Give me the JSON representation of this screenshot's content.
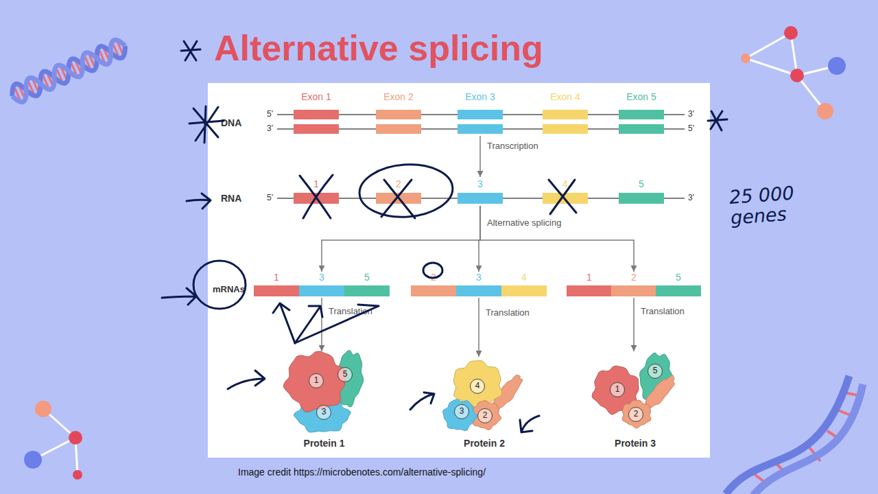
{
  "diagram": {
    "title": "Alternative splicing",
    "caption": "Image credit https://microbenotes.com/alternative-splicing/",
    "nodes": [
      {
        "text": [
          "DNA"
        ]
      },
      {
        "text": [
          "Exon 1"
        ],
        "in": 0
      },
      {
        "text": [
          "Exon 2"
        ],
        "in": 0
      },
      {
        "text": [
          "Exon 3"
        ],
        "in": 0
      },
      {
        "text": [
          "Exon 4"
        ],
        "in": 0
      },
      {
        "text": [
          "Exon 5"
        ],
        "in": 0
      },
      {
        "text": [
          "RNA"
        ]
      },
      {
        "text": [
          "1"
        ],
        "in": 6
      },
      {
        "text": [
          "2"
        ],
        "in": 6
      },
      {
        "text": [
          "3"
        ],
        "in": 6
      },
      {
        "text": [
          "4"
        ],
        "in": 6
      },
      {
        "text": [
          "5"
        ],
        "in": 6
      },
      {
        "text": [
          "1"
        ]
      },
      {
        "text": [
          "3"
        ]
      },
      {
        "text": [
          "5"
        ]
      },
      {
        "text": [
          "2"
        ]
      },
      {
        "text": [
          "3"
        ]
      },
      {
        "text": [
          "4"
        ]
      },
      {
        "text": [
          "1"
        ]
      },
      {
        "text": [
          "2"
        ]
      },
      {
        "text": [
          "5"
        ]
      },
      {
        "text": [
          "Protein 1"
        ]
      },
      {
        "text": [
          "1"
        ],
        "in": 21
      },
      {
        "text": [
          "5"
        ],
        "in": 21
      },
      {
        "text": [
          "3"
        ],
        "in": 21
      },
      {
        "text": [
          "Protein 2"
        ]
      },
      {
        "text": [
          "4"
        ],
        "in": 25
      },
      {
        "text": [
          "3"
        ],
        "in": 25
      },
      {
        "text": [
          "2"
        ],
        "in": 25
      },
      {
        "text": [
          "Protein 3"
        ]
      },
      {
        "text": [
          "1"
        ],
        "in": 29
      },
      {
        "text": [
          "5"
        ],
        "in": 29
      },
      {
        "text": [
          "2"
        ],
        "in": 29
      }
    ],
    "edges": [
      {
        "from": 0,
        "to": 6,
        "label": "Transcription",
        "arrow": "to"
      },
      {
        "from": 6,
        "to": 13,
        "arrow": "to"
      },
      {
        "from": 6,
        "to": 16,
        "label": "Alternative splicing",
        "arrow": "to"
      },
      {
        "from": 6,
        "to": 19,
        "arrow": "to"
      },
      {
        "from": 13,
        "to": 21,
        "label": "Translation",
        "arrow": "to"
      },
      {
        "from": 16,
        "to": 25,
        "label": "Translation",
        "arrow": "to"
      },
      {
        "from": 19,
        "to": 29,
        "label": "Translation",
        "arrow": "to"
      }
    ],
    "labels": [
      "5'",
      "3'",
      "3'",
      "5'",
      "5'",
      "3'",
      "25 000 genes",
      "mRNAs"
    ]
  }
}
